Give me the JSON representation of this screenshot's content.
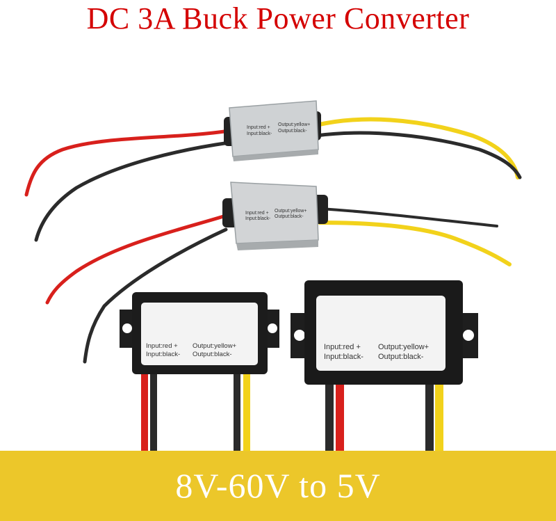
{
  "title": "DC 3A Buck Power Converter",
  "banner": {
    "text": "8V-60V to 5V",
    "color": "#ecc72a"
  },
  "colors": {
    "title": "#d40000",
    "wire_red": "#d8201c",
    "wire_black": "#2b2b2b",
    "wire_yellow": "#f2d21b"
  },
  "modules": {
    "small_aluminum": {
      "input_red": "Input:red +",
      "input_black": "Input:black-",
      "output_yellow": "Output:yellow+",
      "output_black": "Output:black-"
    },
    "large_black": {
      "input_red": "Input:red +",
      "input_black": "Input:black-",
      "output_yellow": "Output:yellow+",
      "output_black": "Output:black-"
    }
  }
}
